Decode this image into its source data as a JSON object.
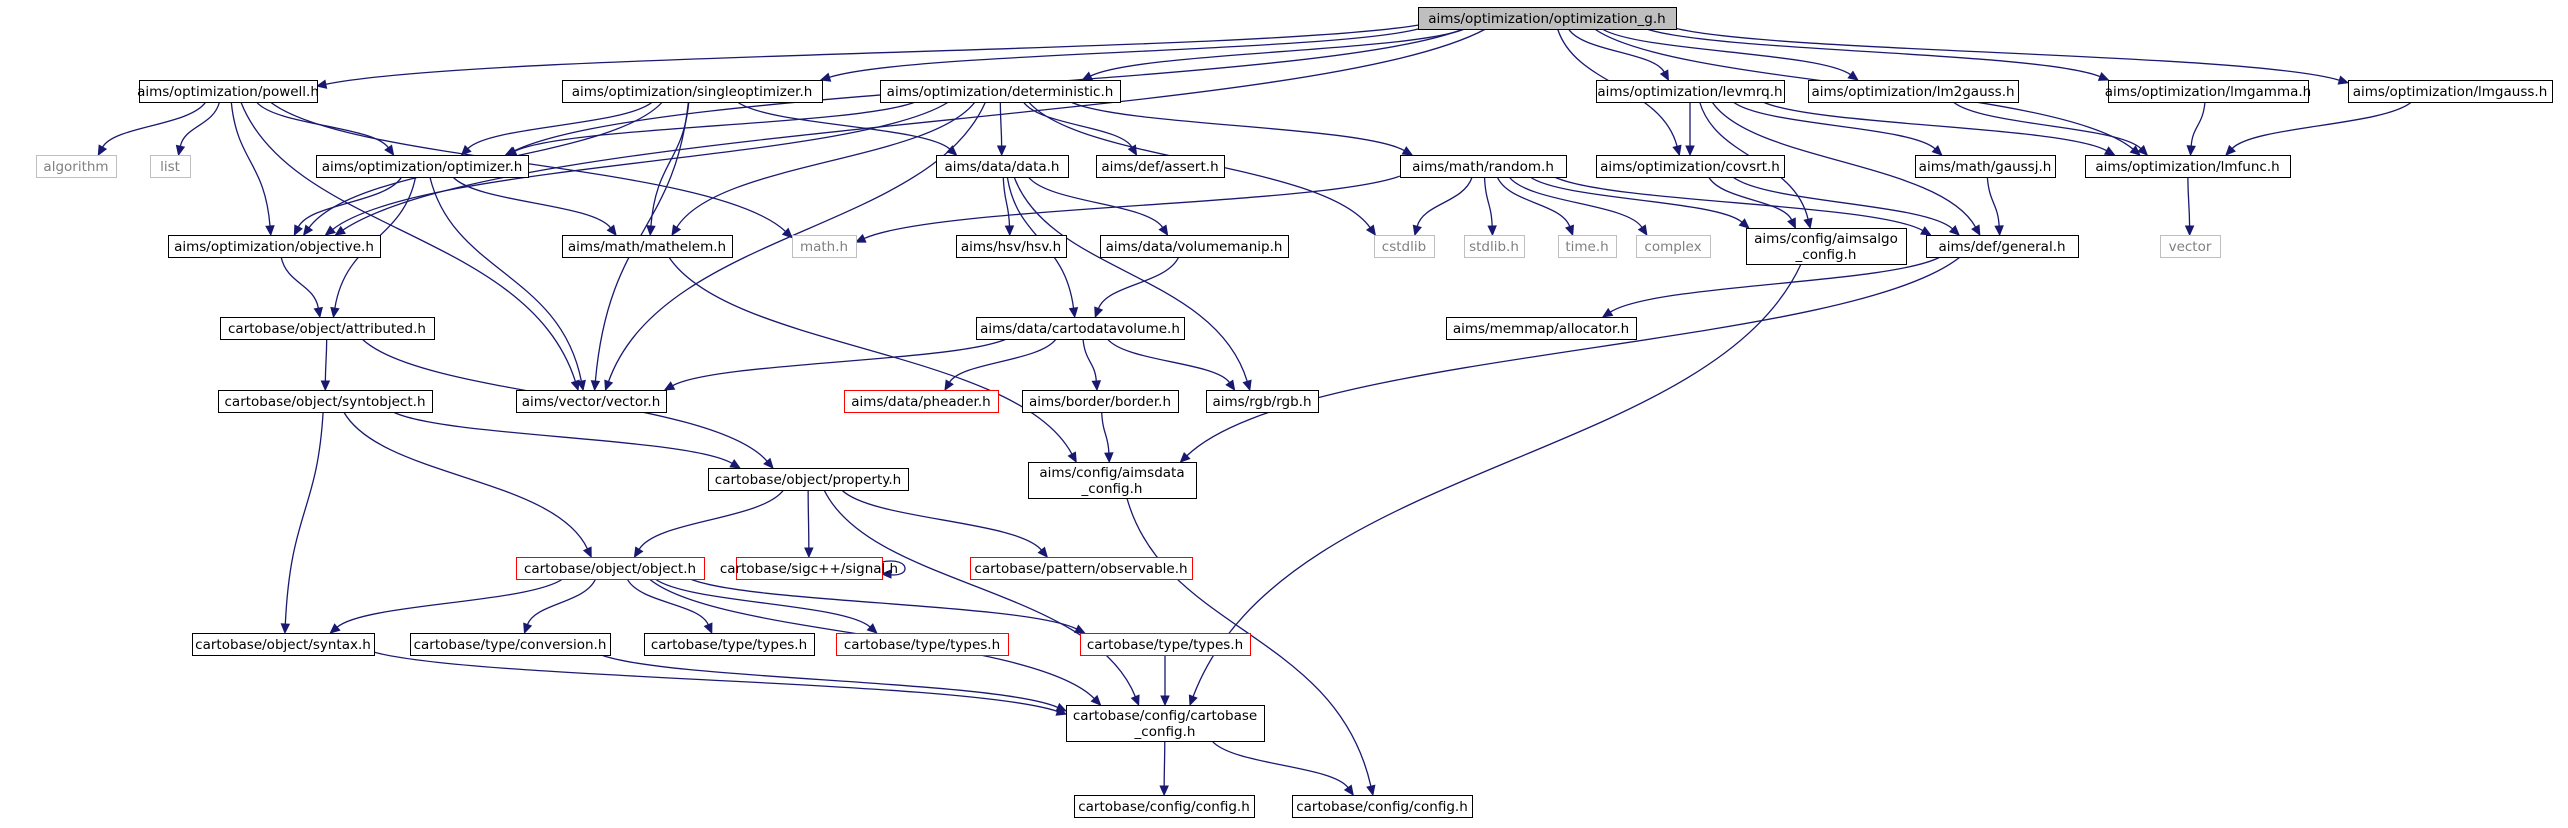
{
  "nodes": [
    {
      "id": "root",
      "lines": [
        "aims/optimization/optimization_g.h"
      ],
      "style": "root"
    },
    {
      "id": "powell",
      "lines": [
        "aims/optimization/powell.h"
      ],
      "style": "normal"
    },
    {
      "id": "singleopt",
      "lines": [
        "aims/optimization/singleoptimizer.h"
      ],
      "style": "normal"
    },
    {
      "id": "determ",
      "lines": [
        "aims/optimization/deterministic.h"
      ],
      "style": "normal"
    },
    {
      "id": "levmrq",
      "lines": [
        "aims/optimization/levmrq.h"
      ],
      "style": "normal"
    },
    {
      "id": "lm2gauss",
      "lines": [
        "aims/optimization/lm2gauss.h"
      ],
      "style": "normal"
    },
    {
      "id": "lmgamma",
      "lines": [
        "aims/optimization/lmgamma.h"
      ],
      "style": "normal"
    },
    {
      "id": "lmgauss",
      "lines": [
        "aims/optimization/lmgauss.h"
      ],
      "style": "normal"
    },
    {
      "id": "algorithm",
      "lines": [
        "algorithm"
      ],
      "style": "system"
    },
    {
      "id": "list",
      "lines": [
        "list"
      ],
      "style": "system"
    },
    {
      "id": "optimizer",
      "lines": [
        "aims/optimization/optimizer.h"
      ],
      "style": "normal"
    },
    {
      "id": "datah",
      "lines": [
        "aims/data/data.h"
      ],
      "style": "normal"
    },
    {
      "id": "assert",
      "lines": [
        "aims/def/assert.h"
      ],
      "style": "normal"
    },
    {
      "id": "random",
      "lines": [
        "aims/math/random.h"
      ],
      "style": "normal"
    },
    {
      "id": "covsrt",
      "lines": [
        "aims/optimization/covsrt.h"
      ],
      "style": "normal"
    },
    {
      "id": "gaussj",
      "lines": [
        "aims/math/gaussj.h"
      ],
      "style": "normal"
    },
    {
      "id": "lmfunc",
      "lines": [
        "aims/optimization/lmfunc.h"
      ],
      "style": "normal"
    },
    {
      "id": "objective",
      "lines": [
        "aims/optimization/objective.h"
      ],
      "style": "normal"
    },
    {
      "id": "mathelem",
      "lines": [
        "aims/math/mathelem.h"
      ],
      "style": "normal"
    },
    {
      "id": "mathh",
      "lines": [
        "math.h"
      ],
      "style": "system"
    },
    {
      "id": "hsv",
      "lines": [
        "aims/hsv/hsv.h"
      ],
      "style": "normal"
    },
    {
      "id": "volmanip",
      "lines": [
        "aims/data/volumemanip.h"
      ],
      "style": "normal"
    },
    {
      "id": "cstdlib",
      "lines": [
        "cstdlib"
      ],
      "style": "system"
    },
    {
      "id": "stdlibh",
      "lines": [
        "stdlib.h"
      ],
      "style": "system"
    },
    {
      "id": "timeh",
      "lines": [
        "time.h"
      ],
      "style": "system"
    },
    {
      "id": "complex",
      "lines": [
        "complex"
      ],
      "style": "system"
    },
    {
      "id": "algoconfig",
      "lines": [
        "aims/config/aimsalgo",
        "_config.h"
      ],
      "style": "normal"
    },
    {
      "id": "general",
      "lines": [
        "aims/def/general.h"
      ],
      "style": "normal"
    },
    {
      "id": "vector",
      "lines": [
        "vector"
      ],
      "style": "system"
    },
    {
      "id": "attributed",
      "lines": [
        "cartobase/object/attributed.h"
      ],
      "style": "normal"
    },
    {
      "id": "cartodata",
      "lines": [
        "aims/data/cartodatavolume.h"
      ],
      "style": "normal"
    },
    {
      "id": "allocator",
      "lines": [
        "aims/memmap/allocator.h"
      ],
      "style": "normal"
    },
    {
      "id": "syntobject",
      "lines": [
        "cartobase/object/syntobject.h"
      ],
      "style": "normal"
    },
    {
      "id": "vectorh",
      "lines": [
        "aims/vector/vector.h"
      ],
      "style": "normal"
    },
    {
      "id": "pheader",
      "lines": [
        "aims/data/pheader.h"
      ],
      "style": "red"
    },
    {
      "id": "border",
      "lines": [
        "aims/border/border.h"
      ],
      "style": "normal"
    },
    {
      "id": "rgb",
      "lines": [
        "aims/rgb/rgb.h"
      ],
      "style": "normal"
    },
    {
      "id": "property",
      "lines": [
        "cartobase/object/property.h"
      ],
      "style": "normal"
    },
    {
      "id": "aimsdata",
      "lines": [
        "aims/config/aimsdata",
        "_config.h"
      ],
      "style": "normal"
    },
    {
      "id": "object",
      "lines": [
        "cartobase/object/object.h"
      ],
      "style": "red"
    },
    {
      "id": "signal",
      "lines": [
        "cartobase/sigc++/signal.h"
      ],
      "style": "red"
    },
    {
      "id": "observable",
      "lines": [
        "cartobase/pattern/observable.h"
      ],
      "style": "red"
    },
    {
      "id": "syntax",
      "lines": [
        "cartobase/object/syntax.h"
      ],
      "style": "normal"
    },
    {
      "id": "conversion",
      "lines": [
        "cartobase/type/conversion.h"
      ],
      "style": "normal"
    },
    {
      "id": "types1",
      "lines": [
        "cartobase/type/types.h"
      ],
      "style": "normal"
    },
    {
      "id": "types2",
      "lines": [
        "cartobase/type/types.h"
      ],
      "style": "red"
    },
    {
      "id": "types3",
      "lines": [
        "cartobase/type/types.h"
      ],
      "style": "red"
    },
    {
      "id": "cbconfig",
      "lines": [
        "cartobase/config/cartobase",
        "_config.h"
      ],
      "style": "normal"
    },
    {
      "id": "config1",
      "lines": [
        "cartobase/config/config.h"
      ],
      "style": "normal"
    },
    {
      "id": "config2",
      "lines": [
        "cartobase/config/config.h"
      ],
      "style": "normal"
    }
  ],
  "edges": [
    [
      "root",
      "powell"
    ],
    [
      "root",
      "singleopt"
    ],
    [
      "root",
      "determ"
    ],
    [
      "root",
      "levmrq"
    ],
    [
      "root",
      "lm2gauss"
    ],
    [
      "root",
      "lmgamma"
    ],
    [
      "root",
      "lmgauss"
    ],
    [
      "root",
      "optimizer"
    ],
    [
      "root",
      "objective"
    ],
    [
      "root",
      "covsrt"
    ],
    [
      "root",
      "lmfunc"
    ],
    [
      "powell",
      "algorithm"
    ],
    [
      "powell",
      "list"
    ],
    [
      "powell",
      "optimizer"
    ],
    [
      "powell",
      "objective"
    ],
    [
      "powell",
      "mathh"
    ],
    [
      "powell",
      "vectorh"
    ],
    [
      "singleopt",
      "optimizer"
    ],
    [
      "singleopt",
      "objective"
    ],
    [
      "singleopt",
      "mathelem"
    ],
    [
      "singleopt",
      "vectorh"
    ],
    [
      "singleopt",
      "datah"
    ],
    [
      "determ",
      "optimizer"
    ],
    [
      "determ",
      "objective"
    ],
    [
      "determ",
      "datah"
    ],
    [
      "determ",
      "assert"
    ],
    [
      "determ",
      "random"
    ],
    [
      "determ",
      "mathelem"
    ],
    [
      "determ",
      "vectorh"
    ],
    [
      "determ",
      "cstdlib"
    ],
    [
      "optimizer",
      "objective"
    ],
    [
      "optimizer",
      "mathelem"
    ],
    [
      "optimizer",
      "attributed"
    ],
    [
      "optimizer",
      "vectorh"
    ],
    [
      "objective",
      "attributed"
    ],
    [
      "datah",
      "hsv"
    ],
    [
      "datah",
      "volmanip"
    ],
    [
      "datah",
      "cartodata"
    ],
    [
      "datah",
      "rgb"
    ],
    [
      "volmanip",
      "cartodata"
    ],
    [
      "random",
      "mathh"
    ],
    [
      "random",
      "cstdlib"
    ],
    [
      "random",
      "stdlibh"
    ],
    [
      "random",
      "timeh"
    ],
    [
      "random",
      "complex"
    ],
    [
      "random",
      "algoconfig"
    ],
    [
      "random",
      "general"
    ],
    [
      "levmrq",
      "covsrt"
    ],
    [
      "levmrq",
      "algoconfig"
    ],
    [
      "levmrq",
      "general"
    ],
    [
      "levmrq",
      "gaussj"
    ],
    [
      "levmrq",
      "lmfunc"
    ],
    [
      "lm2gauss",
      "lmfunc"
    ],
    [
      "lmgamma",
      "lmfunc"
    ],
    [
      "lmgauss",
      "lmfunc"
    ],
    [
      "covsrt",
      "algoconfig"
    ],
    [
      "covsrt",
      "general"
    ],
    [
      "gaussj",
      "general"
    ],
    [
      "lmfunc",
      "vector"
    ],
    [
      "general",
      "allocator"
    ],
    [
      "general",
      "aimsdata"
    ],
    [
      "algoconfig",
      "cbconfig"
    ],
    [
      "mathelem",
      "aimsdata"
    ],
    [
      "cartodata",
      "vectorh"
    ],
    [
      "cartodata",
      "pheader"
    ],
    [
      "cartodata",
      "border"
    ],
    [
      "cartodata",
      "rgb"
    ],
    [
      "border",
      "aimsdata"
    ],
    [
      "attributed",
      "syntobject"
    ],
    [
      "attributed",
      "property"
    ],
    [
      "syntobject",
      "syntax"
    ],
    [
      "syntobject",
      "property"
    ],
    [
      "syntobject",
      "object"
    ],
    [
      "property",
      "object"
    ],
    [
      "property",
      "signal"
    ],
    [
      "property",
      "observable"
    ],
    [
      "property",
      "cbconfig"
    ],
    [
      "signal",
      "signal"
    ],
    [
      "object",
      "syntax"
    ],
    [
      "object",
      "conversion"
    ],
    [
      "object",
      "types1"
    ],
    [
      "object",
      "types2"
    ],
    [
      "object",
      "types3"
    ],
    [
      "object",
      "cbconfig"
    ],
    [
      "syntax",
      "cbconfig"
    ],
    [
      "conversion",
      "cbconfig"
    ],
    [
      "types3",
      "cbconfig"
    ],
    [
      "cbconfig",
      "config1"
    ],
    [
      "cbconfig",
      "config2"
    ],
    [
      "aimsdata",
      "config2"
    ]
  ],
  "colors": {
    "edge": "#191970",
    "root_fill": "#bfbfbf",
    "normal_border": "#000000",
    "red_border": "#ff0000",
    "system_border": "#bfbfbf",
    "system_text": "#808080"
  }
}
